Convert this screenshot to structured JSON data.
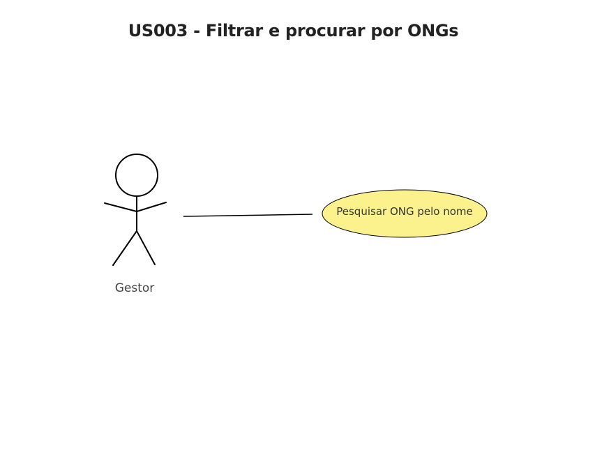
{
  "diagram": {
    "title": "US003 - Filtrar e procurar por ONGs",
    "type": "use-case",
    "actors": [
      {
        "label": "Gestor"
      }
    ],
    "use_cases": [
      {
        "label": "Pesquisar ONG pelo nome",
        "fill": "#fbf28d",
        "stroke": "#000000"
      }
    ],
    "associations": [
      {
        "from": "Gestor",
        "to": "Pesquisar ONG pelo nome"
      }
    ]
  },
  "colors": {
    "background": "#ffffff",
    "line": "#000000",
    "usecase_fill": "#fbf28d"
  }
}
